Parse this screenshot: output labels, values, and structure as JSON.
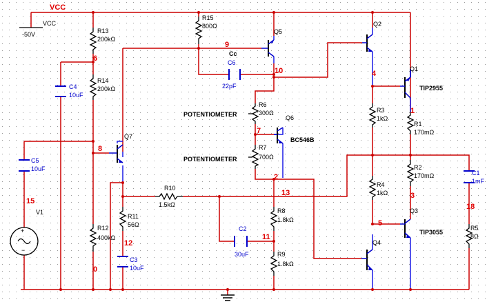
{
  "supply": {
    "rail_label": "VCC",
    "source_name": "VCC",
    "source_value": "-50V"
  },
  "resistors": [
    {
      "name": "R15",
      "value": "800Ω"
    },
    {
      "name": "R13",
      "value": "200kΩ"
    },
    {
      "name": "R14",
      "value": "200kΩ"
    },
    {
      "name": "R6",
      "value": "300Ω"
    },
    {
      "name": "R7",
      "value": "700Ω"
    },
    {
      "name": "R3",
      "value": "1kΩ"
    },
    {
      "name": "R1",
      "value": "170mΩ"
    },
    {
      "name": "R2",
      "value": "170mΩ"
    },
    {
      "name": "R4",
      "value": "1kΩ"
    },
    {
      "name": "R10",
      "value": "1.5kΩ"
    },
    {
      "name": "R11",
      "value": "56Ω"
    },
    {
      "name": "R12",
      "value": "400kΩ"
    },
    {
      "name": "R8",
      "value": "1.8kΩ"
    },
    {
      "name": "R9",
      "value": "1.8kΩ"
    },
    {
      "name": "R5",
      "value": "8Ω"
    }
  ],
  "capacitors": [
    {
      "name": "C6",
      "value": "22pF"
    },
    {
      "name": "C4",
      "value": "10uF"
    },
    {
      "name": "C5",
      "value": "10uF"
    },
    {
      "name": "C1",
      "value": "1mF"
    },
    {
      "name": "C2",
      "value": "30uF"
    },
    {
      "name": "C3",
      "value": "10uF"
    }
  ],
  "transistors": [
    "Q5",
    "Q2",
    "Q1",
    "Q6",
    "Q7",
    "Q3",
    "Q4"
  ],
  "part_labels": {
    "q1": "TIP2955",
    "q3": "TIP3055",
    "q6": "BC546B",
    "pot1": "POTENTIOMETER",
    "pot2": "POTENTIOMETER",
    "cc": "Cc"
  },
  "source": {
    "name": "V1"
  },
  "nodes": [
    "9",
    "10",
    "4",
    "1",
    "6",
    "7",
    "8",
    "2",
    "13",
    "3",
    "5",
    "18",
    "15",
    "12",
    "11",
    "0"
  ]
}
